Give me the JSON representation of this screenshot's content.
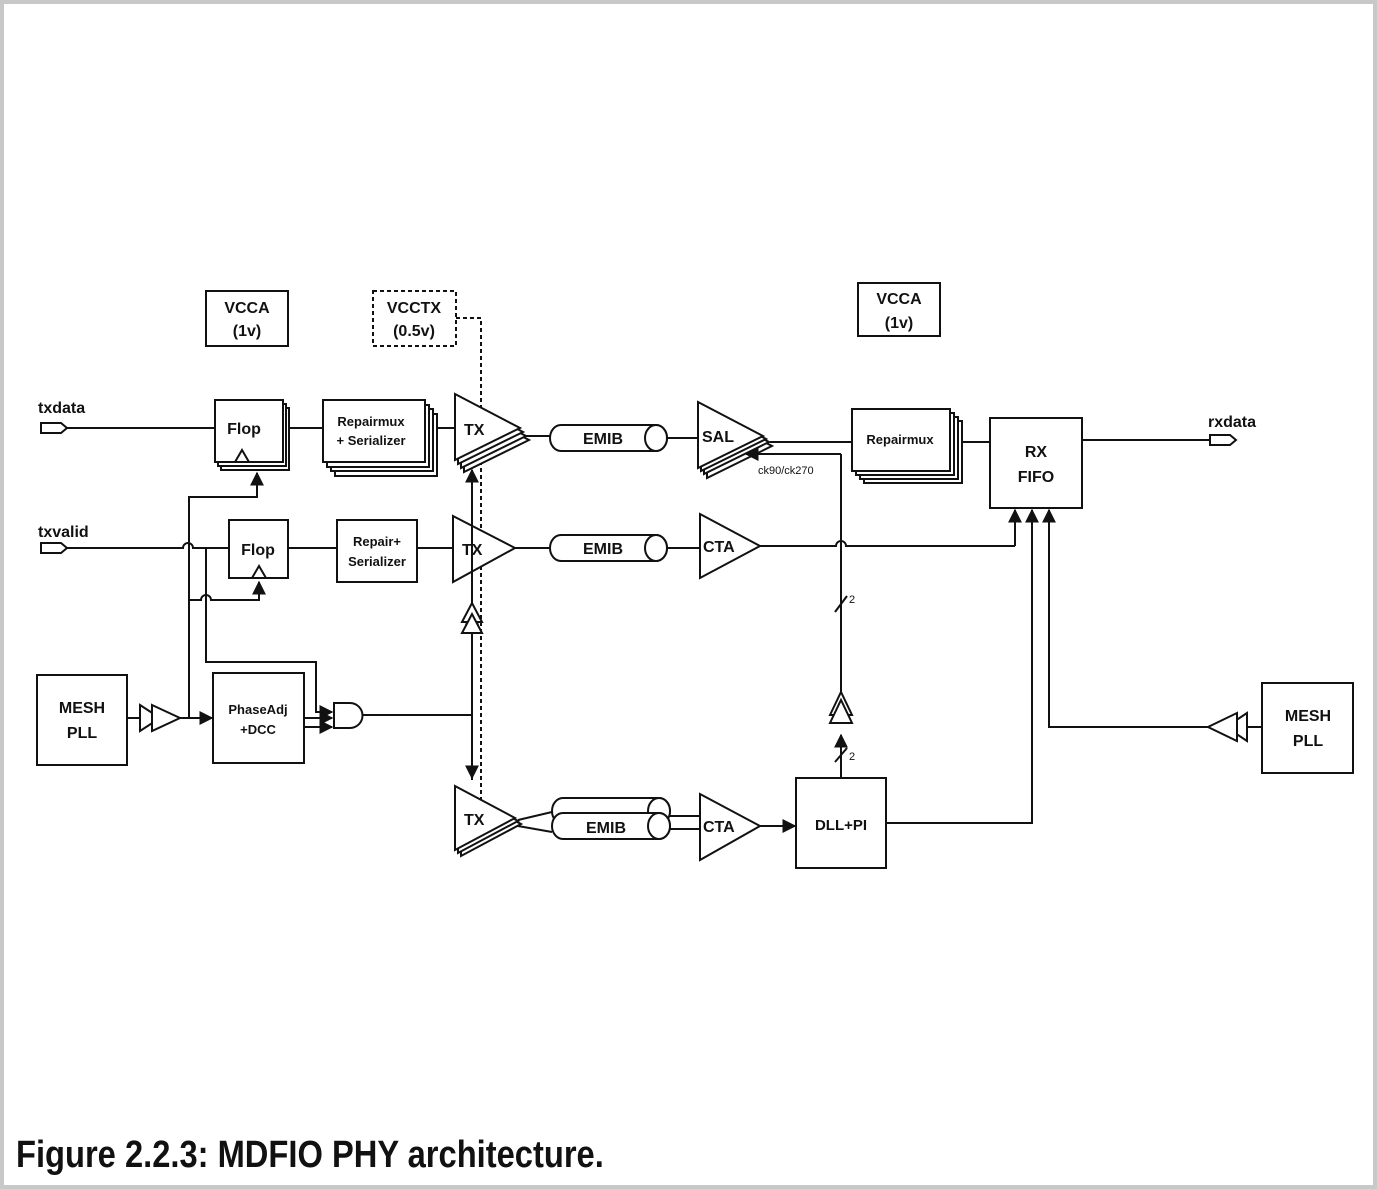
{
  "caption": "Figure 2.2.3: MDFIO PHY architecture.",
  "labels": {
    "vcca_left_1": "VCCA",
    "vcca_left_2": "(1v)",
    "vcctx_1": "VCCTX",
    "vcctx_2": "(0.5v)",
    "vcca_right_1": "VCCA",
    "vcca_right_2": "(1v)",
    "txdata": "txdata",
    "txvalid": "txvalid",
    "rxdata": "rxdata",
    "flop_top": "Flop",
    "flop_mid": "Flop",
    "repairmux_ser_1": "Repairmux",
    "repairmux_ser_2": "+ Serializer",
    "repair_ser_1": "Repair+",
    "repair_ser_2": "Serializer",
    "tx_top": "TX",
    "tx_mid": "TX",
    "tx_bot": "TX",
    "emib_top": "EMIB",
    "emib_mid": "EMIB",
    "emib_bot": "EMIB",
    "sal": "SAL",
    "cta_mid": "CTA",
    "cta_bot": "CTA",
    "ck": "ck90/ck270",
    "bus_width_upper": "2",
    "bus_width_lower": "2",
    "repairmux_rx": "Repairmux",
    "rx_fifo_1": "RX",
    "rx_fifo_2": "FIFO",
    "mesh_pll_left_1": "MESH",
    "mesh_pll_left_2": "PLL",
    "mesh_pll_right_1": "MESH",
    "mesh_pll_right_2": "PLL",
    "phaseadj_1": "PhaseAdj",
    "phaseadj_2": "+DCC",
    "dll_pi": "DLL+PI"
  }
}
